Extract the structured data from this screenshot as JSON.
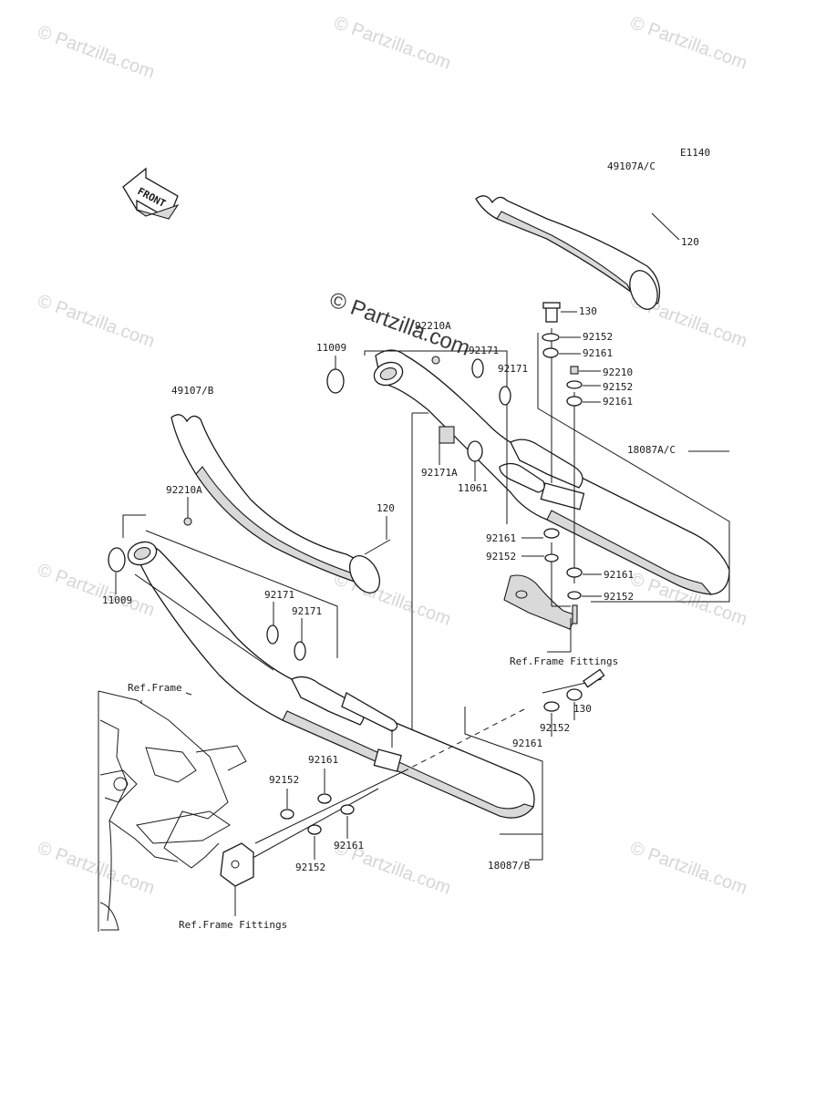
{
  "diagram_code": "E1140",
  "front_label": "FRONT",
  "watermark_text": "© Partzilla.com",
  "watermark_center": "© Partzilla.com",
  "labels": {
    "p49107ac": "49107A/C",
    "p120_top": "120",
    "p130_top": "130",
    "p92152_a": "92152",
    "p92161_a": "92161",
    "p92210": "92210",
    "p92152_b": "92152",
    "p92161_b": "92161",
    "p92210a_top": "92210A",
    "p11009_top": "11009",
    "p92171_a": "92171",
    "p92171_b": "92171",
    "p18087ac": "18087A/C",
    "p92171a": "92171A",
    "p11061": "11061",
    "p49107b": "49107/B",
    "p92210a_left": "92210A",
    "p120_mid": "120",
    "p11009_left": "11009",
    "p92161_c": "92161",
    "p92152_c": "92152",
    "p92161_d": "92161",
    "p92152_d": "92152",
    "ref_frame_fittings_top": "Ref.Frame Fittings",
    "p92171_c": "92171",
    "p92171_d": "92171",
    "p130_mid": "130",
    "p92152_e": "92152",
    "p92161_e": "92161",
    "ref_frame": "Ref.Frame",
    "p92161_f": "92161",
    "p92152_f": "92152",
    "p92161_g": "92161",
    "p92152_g": "92152",
    "p18087b": "18087/B",
    "ref_frame_fittings_bottom": "Ref.Frame Fittings"
  }
}
